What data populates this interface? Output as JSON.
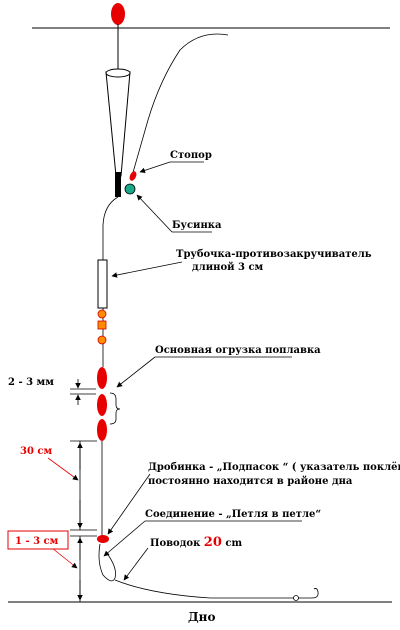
{
  "labels": {
    "stopor": "Стопор",
    "businka": "Бусинка",
    "tube_line1": "Трубочка-противозакручиватель",
    "tube_line2": "длиной  3 см",
    "main_load": "Основная огрузка поплавка",
    "gap_2_3mm": "2 - 3 мм",
    "dist_30cm": "30 см",
    "shot_line1": "Дробинка - „Подпасок “  ( указатель поклёвки )",
    "shot_line2": "постоянно находится в районе дна",
    "joint": "Соединение - „Петля в петле“",
    "dist_1_3cm": "1 - 3 см",
    "leader_prefix": "Поводок",
    "leader_value": "20",
    "leader_unit": "cm",
    "bottom": "Дно"
  },
  "colors": {
    "float_red": "#e60000",
    "bead_green": "#1aa88a",
    "shot_orange": "#ff8c00",
    "label_red": "#e60000",
    "line": "#000000"
  }
}
